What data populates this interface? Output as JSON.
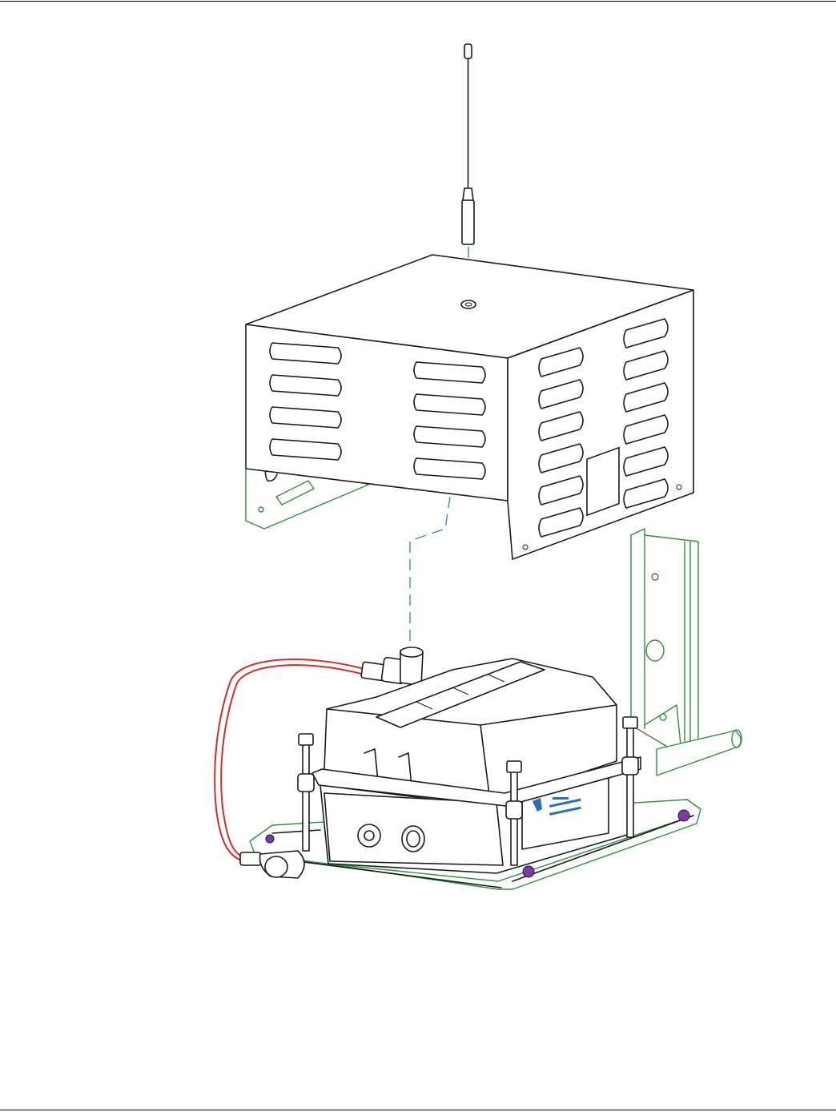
{
  "figure": {
    "description_parts": [
      "antenna",
      "vented-cover",
      "mounting-bracket",
      "enclosure",
      "cable",
      "base-plate"
    ],
    "colors": {
      "outline": "#1a1a1a",
      "bracket": "#2f8f3a",
      "guide": "#3a86c8",
      "cable": "#d42a2a",
      "fastener": "#7a3aa8"
    }
  }
}
